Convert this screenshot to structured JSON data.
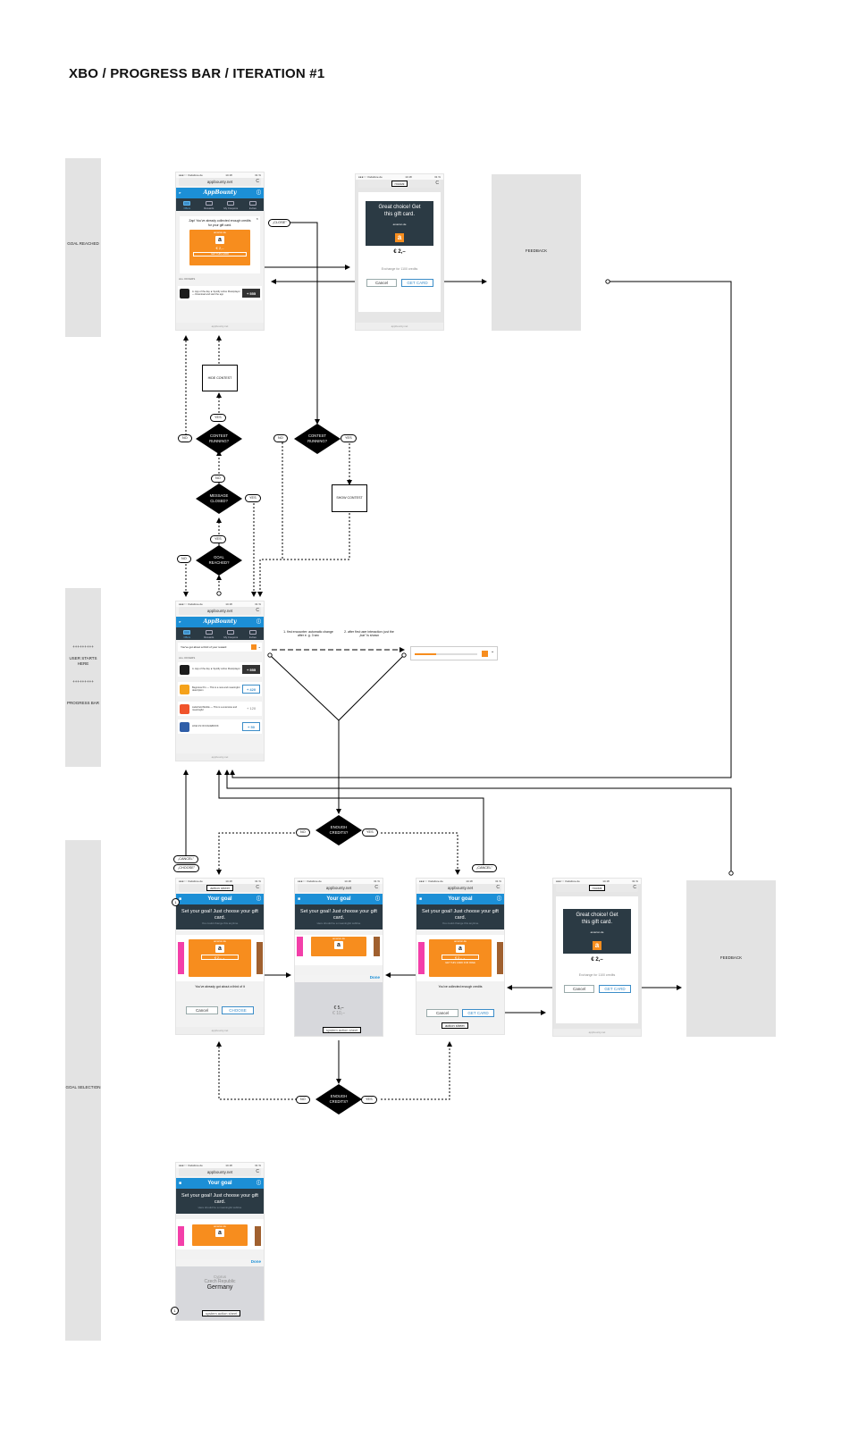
{
  "title": "XBO / PROGRESS BAR / ITERATION #1",
  "lanes": {
    "goal_reached": "GOAL REACHED",
    "user_starts": "USER STARTS HERE",
    "progress_bar": "PROGRESS BAR",
    "goal_selection": "GOAL SELECTION",
    "dots": "+++++++++"
  },
  "phone": {
    "carrier": "●●●○○ Vodafone.de",
    "time": "14:18",
    "battery": "31 %",
    "url": "appbounty.net",
    "reload": "C",
    "tabs": [
      "Offers",
      "Rewards",
      "My Coupons",
      "Invites"
    ],
    "your_goal": "Your goal",
    "goal_headline": "Set your goal! Just choose your gift card.",
    "goal_sub": "You could change this anytime",
    "goal_sub2": "Here should be a meaningful subline",
    "all_offers": "ALL OFFERS",
    "footer": "appbounty.net"
  },
  "screen1": {
    "zap": "Zap! You've already collected enough credits for your gift card.",
    "gift_value": "€ 2,–",
    "get_card": "GET THIS CARD",
    "offer_title": "A. App of the day ★ Spotify online Musicplayer — Download and start the app",
    "offer_badge": "+ 555"
  },
  "modal": {
    "label": "modal",
    "headline": "Great choice! Get this gift card.",
    "brand": "amazon.de",
    "logo": "a",
    "value": "€ 2,–",
    "exchange": "Exchange for 1100 credits",
    "cancel": "Cancel",
    "get_card": "GET CARD"
  },
  "feedback": "FEEDBACK",
  "progress_screen": {
    "search_note": "You've got about a third of your reward",
    "offers": [
      {
        "title": "A. App of the day ★ Spotify online Musicplayer",
        "badge": "+ 555",
        "color": "#1b1b1b"
      },
      {
        "title": "Begnotus Pro — This is a new and meaningful description",
        "badge": "+ 420",
        "color": "#f5a21b"
      },
      {
        "title": "Lieferheld Mobile — This is a extensive and meaningful",
        "badge": "+ 120",
        "color": "#f0532b"
      },
      {
        "title": "LIKE US ON FACEBOOK",
        "badge": "+ 50",
        "color": "#2f5ea8"
      }
    ]
  },
  "transition": {
    "step1": "1. first encounter: automatic change after e. g. 3 sec",
    "step2": "2. after first user interaction: just the „bar\" is shown"
  },
  "decisions": {
    "contest_running": "CONTEST RUNNING?",
    "message_closed": "MESSAGE CLOSED?",
    "goal_reached": "GOAL REACHED?",
    "enough_credits": "ENOUGH CREDITS?"
  },
  "boxes": {
    "hide_contest": "HIDE CONTEST",
    "show_contest": "SHOW CONTEST"
  },
  "pills": {
    "yes": "YES",
    "no": "NO",
    "close": "„CLOSE\"",
    "cancel": "„CANCEL\"",
    "choose": "„CHOOSE\""
  },
  "goal_screens": {
    "action_sheet": "action sheet",
    "system_action_sheet": "system action sheet",
    "already": "You've already got about a third of it",
    "collected": "You've collected enough credits",
    "cancel": "Cancel",
    "choose": "CHOOSE",
    "get_card": "GET CARD",
    "get_free": "GET THIS CARD FOR FREE",
    "done": "Done",
    "picker_values": [
      "€ 5,–",
      "€ 10,–"
    ],
    "countries": [
      "Cyprus",
      "Czech Republic",
      "Germany"
    ],
    "dropdown_value": "€ 2,–",
    "marker": "1"
  },
  "colors": {
    "blue": "#1c8fd6",
    "orange": "#f78d1e",
    "dark": "#2b3a44",
    "lane": "#e3e3e3"
  }
}
